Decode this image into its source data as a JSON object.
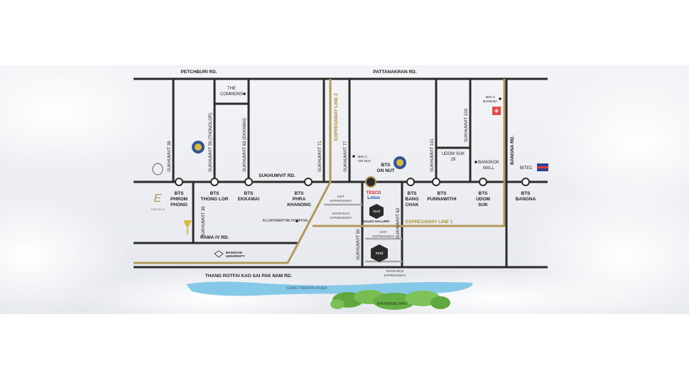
{
  "colors": {
    "road": "#2b2b2b",
    "expressway": "#b39a5b",
    "expressway_label": "#a8903f",
    "sky": "#e9ecf1",
    "river": "#7fc4e6",
    "trees": "#6db24a",
    "gray_road": "#a6a6a6"
  },
  "roads": {
    "petchburi": "PETCHBURI RD.",
    "pattanakran": "PATTANAKRAN RD.",
    "sukhumvit": "SUKHUMVIT RD.",
    "rama4": "RAMA IV RD.",
    "thang_rotfai": "THANG ROTFAI KAO SAI PAK NAM RD.",
    "sukhumvit39": "SUKHUMVIT 39",
    "sukhumvit55": "SUKHUMVIT 55 (THONGLOR)",
    "sukhumvit63": "SUKHUMVIT 63 (EKKAMAI)",
    "sukhumvit71": "SUKHUMVIT 71",
    "sukhumvit77": "SUKHUMVIT 77",
    "sukhumvit36": "SUKHUMVIT 36",
    "sukhumvit50": "SUKHUMVIT 50",
    "sukhumvit62": "SUKHUMVIT 62",
    "sukhumvit101": "SUKHUMVIT 101",
    "sukhumvit103": "SUKHUMVIT 103",
    "udom_suk29_1": "UDOM SUK",
    "udom_suk29_2": "29",
    "bangna": "BANGNA RD.",
    "expressway1": "EXPRESSWAY LINE 1",
    "expressway2": "EXPRESSWAY LINE 2"
  },
  "stations": [
    {
      "line1": "BTS",
      "line2": "PHROM",
      "line3": "PHONG"
    },
    {
      "line1": "BTS",
      "line2": "THONG LOR",
      "line3": ""
    },
    {
      "line1": "BTS",
      "line2": "EKKAMAI",
      "line3": ""
    },
    {
      "line1": "BTS",
      "line2": "PHRA",
      "line3": "KHANONG"
    },
    {
      "line1": "BTS",
      "line2": "ON NUT",
      "line3": ""
    },
    {
      "line1": "BTS",
      "line2": "BANG",
      "line3": "CHAK"
    },
    {
      "line1": "BTS",
      "line2": "PUNNAWITHI",
      "line3": ""
    },
    {
      "line1": "BTS",
      "line2": "UDOM",
      "line3": "SUK"
    },
    {
      "line1": "BTS",
      "line2": "BANGNA",
      "line3": ""
    }
  ],
  "places": {
    "the_commons_1": "THE",
    "the_commons_2": "COMMONS",
    "bigc_onnut_1": "BIG C",
    "bigc_onnut_2": "ON NUT",
    "bigc_bangna_1": "BIG C",
    "bigc_bangna_2": "BANGNA",
    "bangkok_mall_1": "BANGKOK",
    "bangkok_mall_2": "MALL",
    "bitec": "BITEC",
    "kluaynamthai": "KLUAYNAMTHAI HOSPITAL",
    "tesco_1": "TESCO",
    "tesco_2": "Lotus",
    "sales_gallery": "SALES GALLERY",
    "mode_1": "mod",
    "mode_2": "mod",
    "bangkok_univ_1": "BANGKOK",
    "bangkok_univ_2": "UNIVERSITY",
    "emporium": "EMPORIUM",
    "river": "CHAO PHRAYA RIVER",
    "bangkrachao": "BANGKRACHAO"
  },
  "expressway_ramps": {
    "exit_1_a": "EXIT",
    "exit_1_b": "EXPRESSWAY",
    "entrance_1_a": "ENTRANCE",
    "entrance_1_b": "EXPRESSWAY",
    "exit_2_a": "EXIT",
    "exit_2_b": "EXPRESSWAY",
    "entrance_2_a": "ENTRANCE",
    "entrance_2_b": "EXPRESSWAY"
  }
}
